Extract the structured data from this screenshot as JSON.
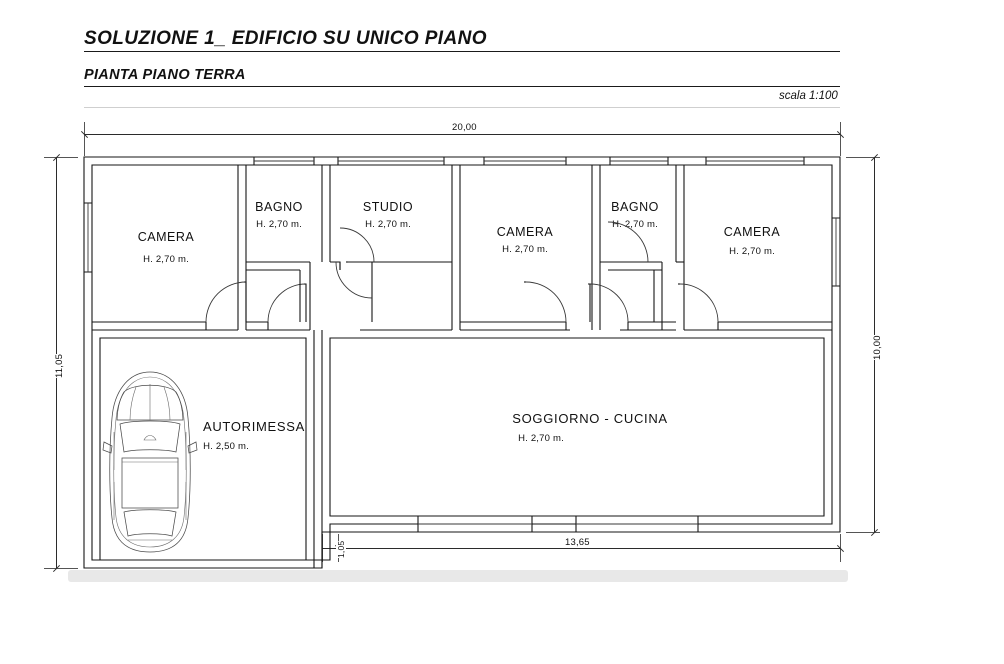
{
  "drawing": {
    "title": "SOLUZIONE 1_ EDIFICIO SU UNICO PIANO",
    "subtitle": "PIANTA PIANO TERRA",
    "scale": "scala 1:100"
  },
  "rooms": [
    {
      "name": "CAMERA",
      "height_label": "H. 2,70 m."
    },
    {
      "name": "BAGNO",
      "height_label": "H. 2,70 m."
    },
    {
      "name": "STUDIO",
      "height_label": "H. 2,70 m."
    },
    {
      "name": "CAMERA",
      "height_label": "H. 2,70 m."
    },
    {
      "name": "BAGNO",
      "height_label": "H. 2,70 m."
    },
    {
      "name": "CAMERA",
      "height_label": "H. 2,70 m."
    },
    {
      "name": "AUTORIMESSA",
      "height_label": "H. 2,50 m."
    },
    {
      "name": "SOGGIORNO -  CUCINA",
      "height_label": "H. 2,70 m."
    }
  ],
  "dimensions": {
    "top": "20,00",
    "left": "11,05",
    "right": "10,00",
    "bottom_main": "13,65",
    "bottom_small": "1,05"
  },
  "colors": {
    "wall": "#161616",
    "paper": "#ffffff",
    "dimension": "#2b2b2b",
    "car": "#4a4a4a"
  }
}
